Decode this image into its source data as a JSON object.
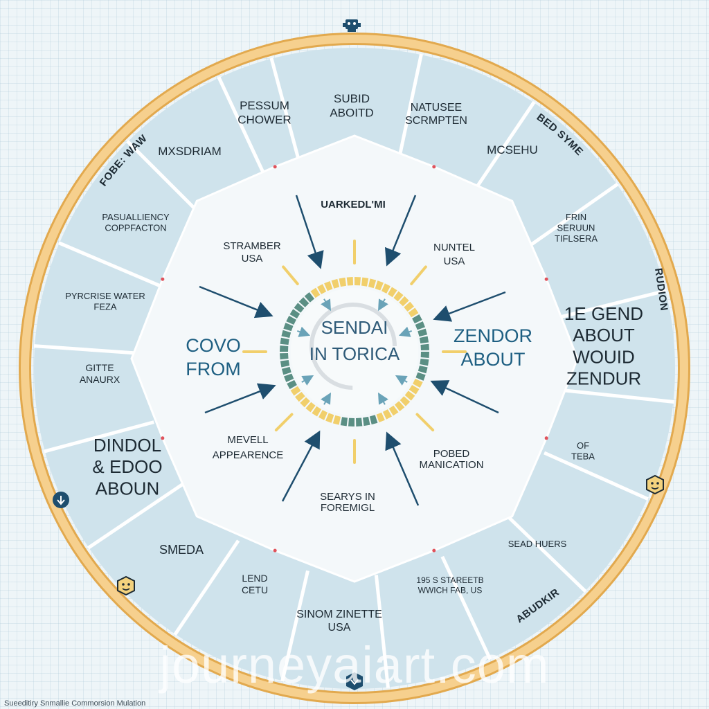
{
  "ring_labels": [
    {
      "text": "FOBE: WAW"
    },
    {
      "text": "BED SYME"
    },
    {
      "text": "RUDION"
    },
    {
      "text": "ABUDKIR"
    }
  ],
  "segments": [
    {
      "lines": [
        "SUBID",
        "ABOITD"
      ]
    },
    {
      "lines": [
        "NATUSEE",
        "SCRMPTEN"
      ]
    },
    {
      "lines": [
        "MCSEHU"
      ]
    },
    {
      "lines": [
        "FRIN",
        "SERUUN",
        "TIFLSERA"
      ]
    },
    {
      "lines": [
        "1E GEND",
        "ABOUT",
        "WOUID",
        "ZENDUR"
      ]
    },
    {
      "lines": [
        "OF",
        "TEBA"
      ]
    },
    {
      "lines": [
        "SEAD HUERS"
      ]
    },
    {
      "lines": [
        "195 S STAREETB",
        "WWICH FAB, US"
      ]
    },
    {
      "lines": [
        "SINOM ZINETTE",
        "USA"
      ]
    },
    {
      "lines": [
        "LEND",
        "CETU"
      ]
    },
    {
      "lines": [
        "SMEDA"
      ]
    },
    {
      "lines": [
        "DINDOL",
        "& EDOO",
        "ABOUN"
      ]
    },
    {
      "lines": [
        "GITTE",
        "ANAURX"
      ]
    },
    {
      "lines": [
        "PYRCRISE WATER",
        "FEZA"
      ]
    },
    {
      "lines": [
        "PASUALLIENCY",
        "COPPFACTON"
      ]
    },
    {
      "lines": [
        "MXSDRIAM"
      ]
    },
    {
      "lines": [
        "PESSUM",
        "CHOWER"
      ]
    }
  ],
  "inner_labels": {
    "top": "UARKEDL'MI",
    "upper_left": [
      "STRAMBER",
      "USA"
    ],
    "upper_right": [
      "NUNTEL",
      "USA"
    ],
    "left": [
      "COVO",
      "FROM"
    ],
    "right": [
      "ZENDOR",
      "ABOUT"
    ],
    "lower_left": [
      "MEVELL",
      "APPEARENCE"
    ],
    "lower_right": [
      "POBED",
      "MANICATION"
    ],
    "bottom": [
      "SEARYS IN",
      "FOREMIGL"
    ]
  },
  "center": {
    "lines": [
      "SENDAI",
      "IN TORICA"
    ]
  },
  "icons": [
    "robot-icon",
    "down-arrow-icon",
    "face-icon",
    "face-icon",
    "face-icon",
    "bottom-icon"
  ],
  "watermark": "journeyaiart.com",
  "footer": "Sueeditiry Snmallie Commorsion Mulation",
  "colors": {
    "ring": "#f3c87a",
    "ring_stroke": "#e2a94e",
    "segment_fill": "#cfe3ec",
    "divider": "#ffffff",
    "inner": "#f4f8fa",
    "arrow": "#1e4e6e",
    "accent_teal": "#5b8f84",
    "accent_yellow": "#f1cf6b"
  }
}
